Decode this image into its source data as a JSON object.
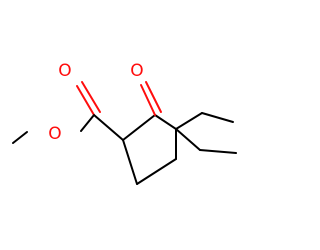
{
  "molecule": {
    "atom_color_oxygen": "#ff0d0d",
    "bond_color": "#000000",
    "background": "#ffffff",
    "labels": {
      "ester_carbonyl_oxygen": "O",
      "ester_ether_oxygen": "O",
      "ketone_oxygen": "O"
    }
  }
}
